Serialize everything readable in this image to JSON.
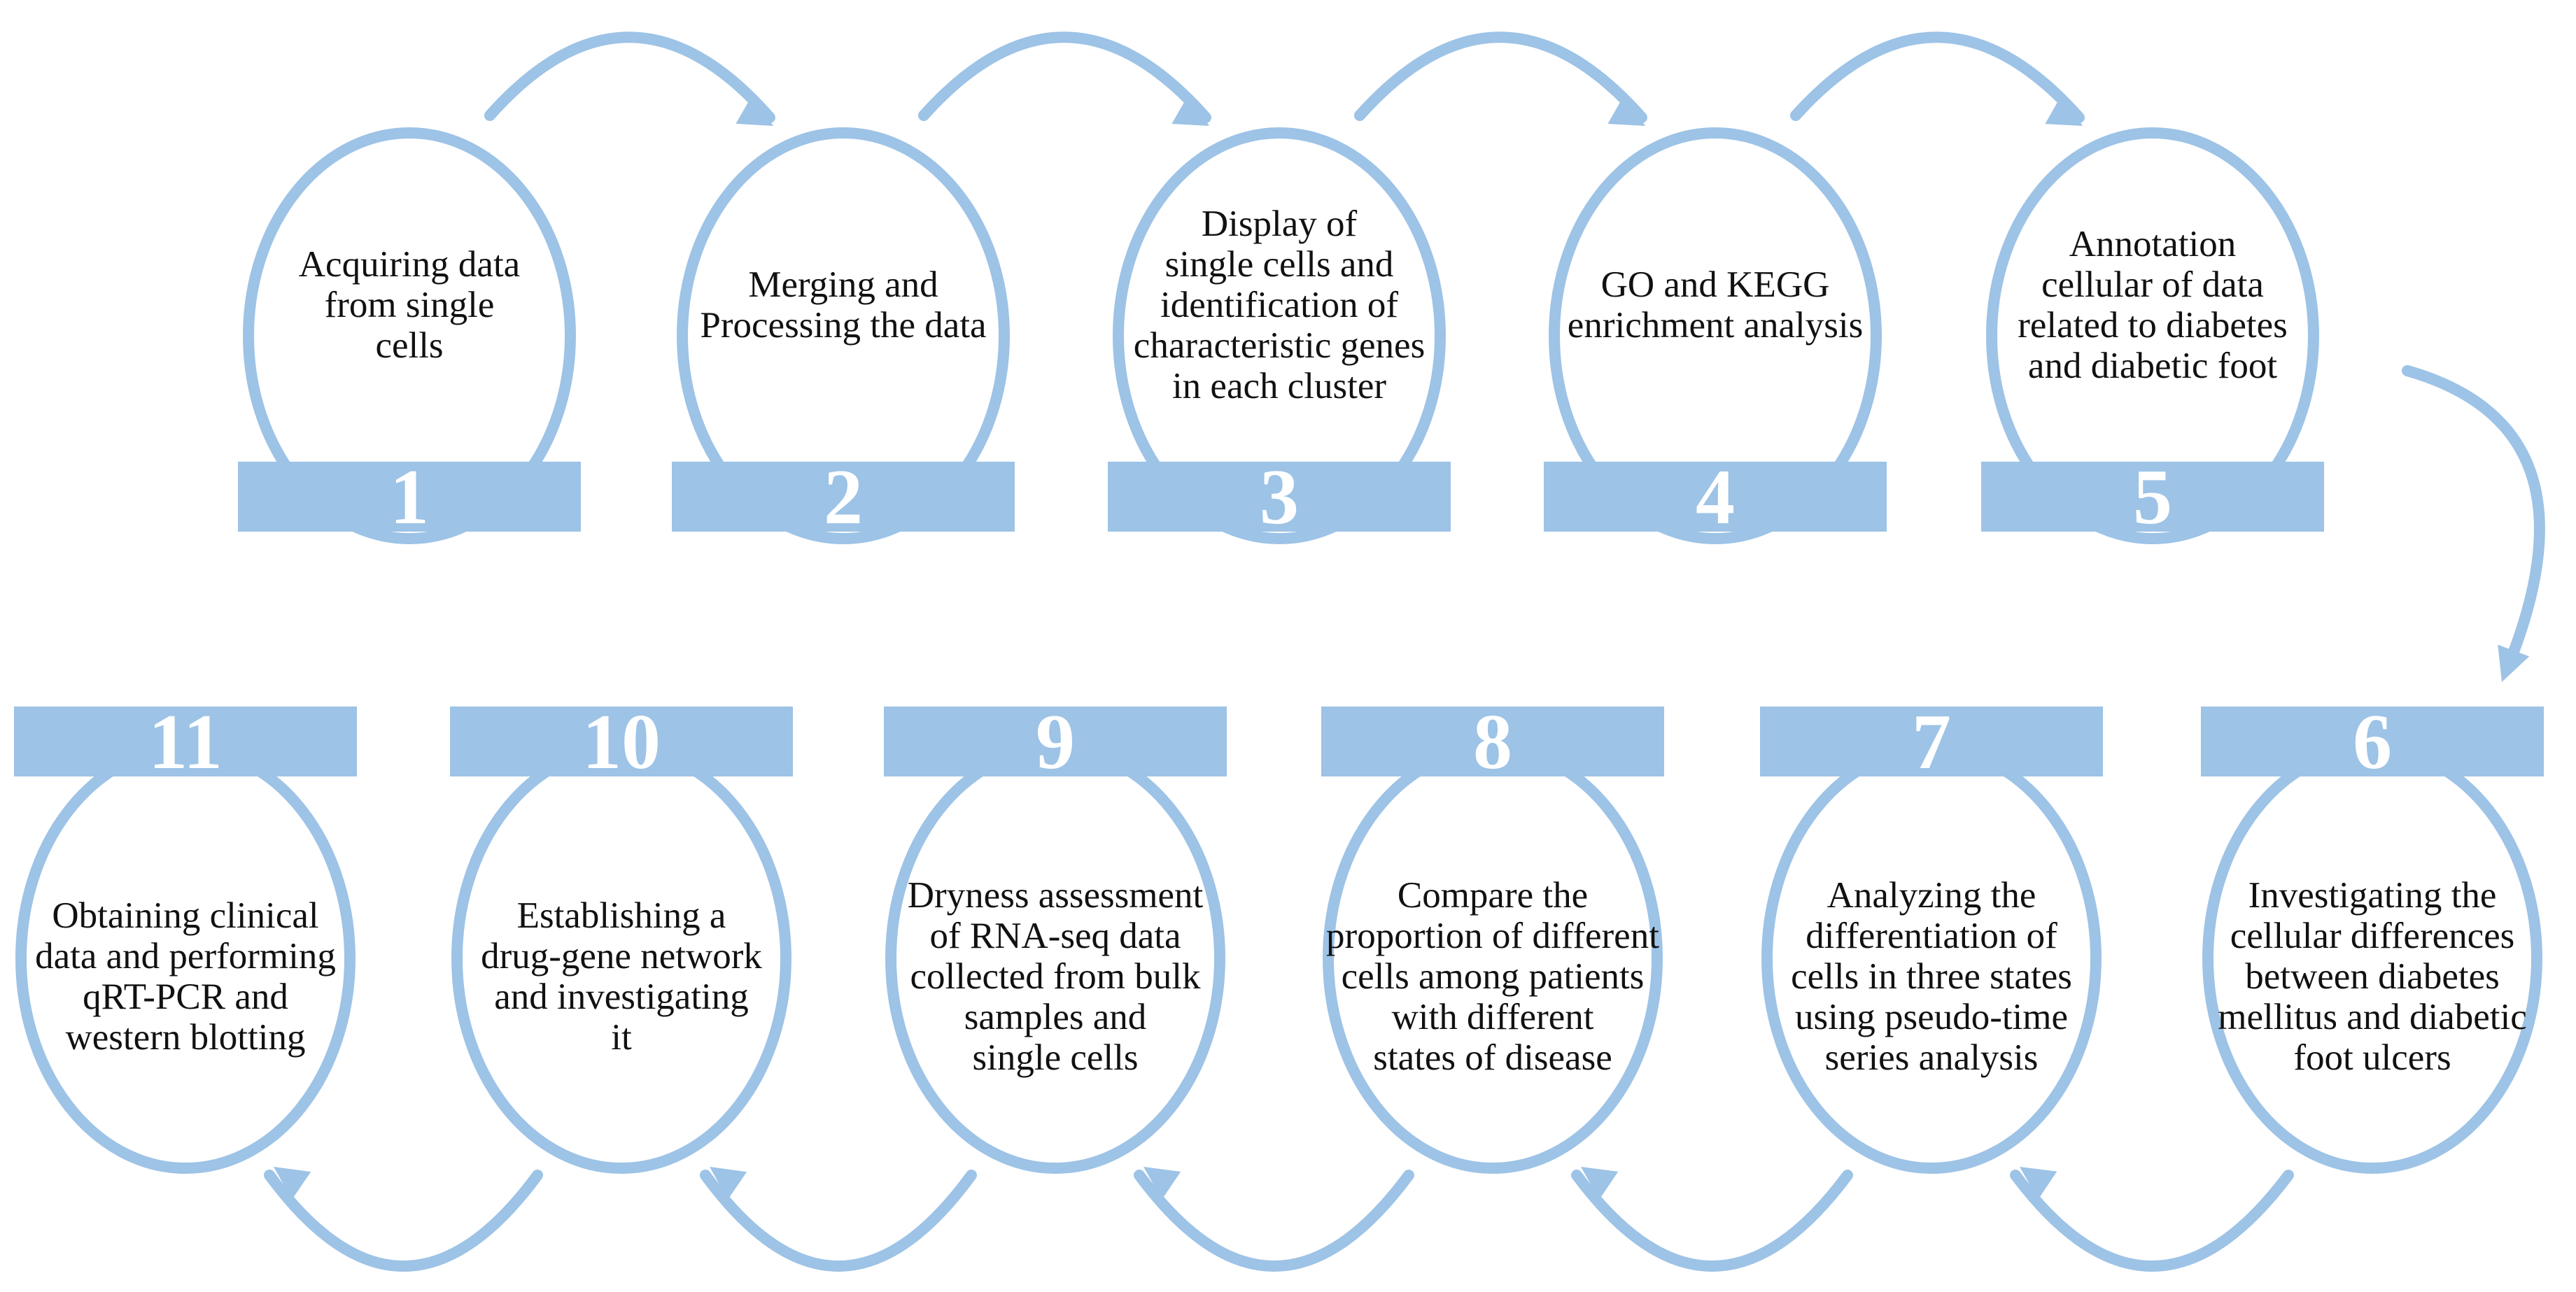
{
  "steps": [
    {
      "number": "1",
      "lines": [
        "Acquiring data",
        "from single",
        "cells"
      ]
    },
    {
      "number": "2",
      "lines": [
        "Merging and",
        "Processing the data"
      ]
    },
    {
      "number": "3",
      "lines": [
        "Display of",
        "single cells and",
        "identification of",
        "characteristic genes",
        "in each cluster"
      ]
    },
    {
      "number": "4",
      "lines": [
        "GO and KEGG",
        "enrichment analysis"
      ]
    },
    {
      "number": "5",
      "lines": [
        "Annotation",
        "cellular of data",
        "related to diabetes",
        "and diabetic foot"
      ]
    },
    {
      "number": "6",
      "lines": [
        "Investigating the",
        "cellular differences",
        "between diabetes",
        "mellitus and diabetic",
        "foot ulcers"
      ]
    },
    {
      "number": "7",
      "lines": [
        "Analyzing the",
        "differentiation of",
        "cells in three states",
        "using pseudo-time",
        "series analysis"
      ]
    },
    {
      "number": "8",
      "lines": [
        "Compare the",
        "proportion of different",
        "cells among patients",
        "with different",
        "states of disease"
      ]
    },
    {
      "number": "9",
      "lines": [
        "Dryness assessment",
        "of RNA-seq data",
        "collected from bulk",
        "samples and",
        "single cells"
      ]
    },
    {
      "number": "10",
      "lines": [
        "Establishing a",
        "drug-gene network",
        "and investigating",
        "it"
      ]
    },
    {
      "number": "11",
      "lines": [
        "Obtaining clinical",
        "data and performing",
        "qRT-PCR and",
        "western blotting"
      ]
    }
  ],
  "colors": {
    "accent": "#9dc3e6",
    "text": "#111111",
    "number": "#ffffff"
  }
}
